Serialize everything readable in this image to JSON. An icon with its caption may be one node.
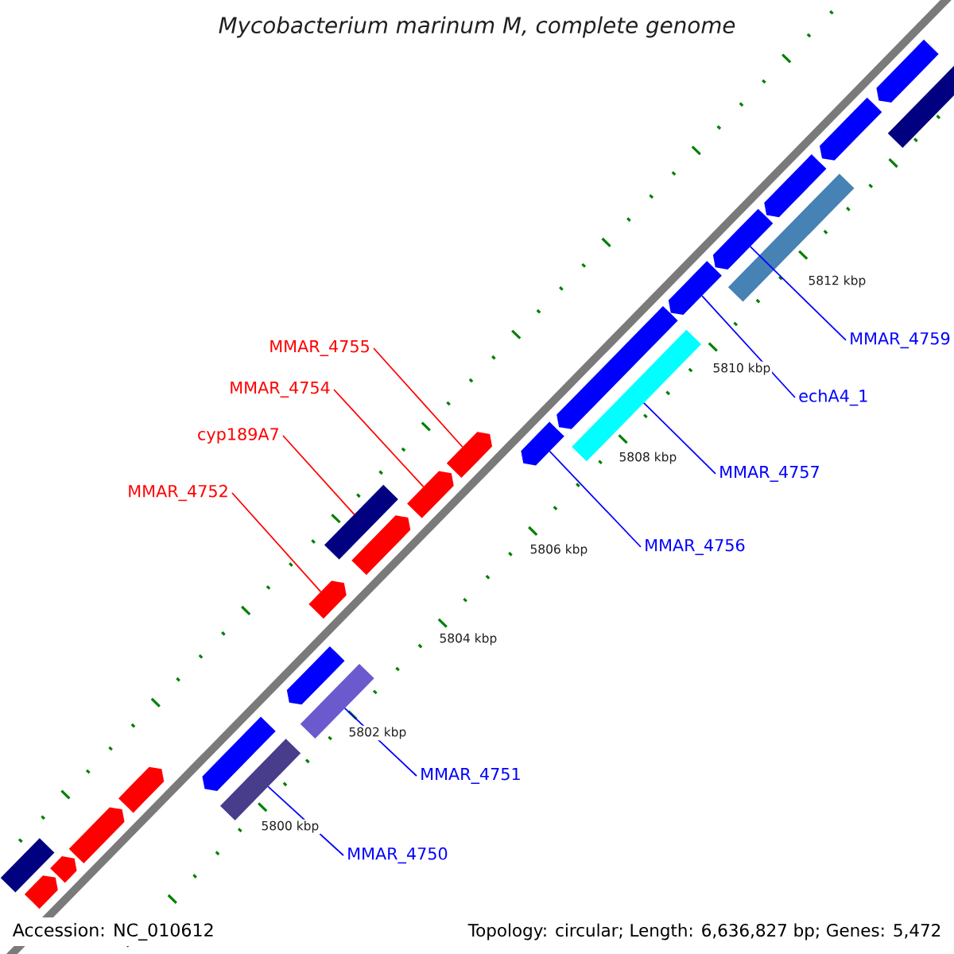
{
  "diagram": {
    "title": "Mycobacterium marinum M, complete genome",
    "nodes": [
      {
        "text": [
          "MMAR_4759"
        ]
      },
      {
        "text": [
          "MMAR_4755"
        ]
      },
      {
        "text": [
          "MMAR_4754"
        ]
      },
      {
        "text": [
          "echA4_1"
        ]
      },
      {
        "text": [
          "cyp189A7"
        ]
      },
      {
        "text": [
          "MMAR_4757"
        ]
      },
      {
        "text": [
          "MMAR_4752"
        ]
      },
      {
        "text": [
          "MMAR_4756"
        ]
      },
      {
        "text": [
          "MMAR_4751"
        ]
      },
      {
        "text": [
          "MMAR_4750"
        ]
      },
      {
        "text": [],
        "shape": "bar"
      },
      {
        "text": [],
        "shape": "pentagon"
      },
      {
        "text": [],
        "shape": "pentagon"
      },
      {
        "text": [],
        "shape": "pentagon"
      },
      {
        "text": [],
        "shape": "pentagon"
      },
      {
        "text": [],
        "shape": "pentagon"
      },
      {
        "text": [],
        "shape": "bar"
      },
      {
        "text": [],
        "shape": "pentagon"
      },
      {
        "text": [],
        "shape": "pentagon"
      },
      {
        "text": [],
        "shape": "bar"
      },
      {
        "text": [],
        "shape": "bar"
      },
      {
        "text": [],
        "shape": "pentagon"
      },
      {
        "text": [],
        "shape": "pentagon"
      },
      {
        "text": [],
        "shape": "pentagon"
      },
      {
        "text": [],
        "shape": "pentagon"
      },
      {
        "text": [],
        "shape": "pentagon"
      },
      {
        "text": [],
        "shape": "bar"
      },
      {
        "text": [],
        "shape": "pentagon"
      },
      {
        "text": [],
        "shape": "pentagon"
      },
      {
        "text": [],
        "shape": "bar"
      },
      {
        "text": [],
        "shape": "pentagon"
      },
      {
        "text": [],
        "shape": "pentagon"
      },
      {
        "text": [],
        "shape": "pentagon"
      },
      {
        "text": [],
        "shape": "bar"
      }
    ],
    "edges": [
      {
        "from": 0,
        "to": 28,
        "arrow": "none"
      },
      {
        "from": 1,
        "to": 23,
        "arrow": "none",
        "color": "#ff0000"
      },
      {
        "from": 2,
        "to": 22,
        "arrow": "none",
        "color": "#ff0000"
      },
      {
        "from": 3,
        "to": 27,
        "arrow": "none"
      },
      {
        "from": 4,
        "to": 20,
        "arrow": "none",
        "color": "#ff0000"
      },
      {
        "from": 5,
        "to": 26,
        "arrow": "none"
      },
      {
        "from": 6,
        "to": 18,
        "arrow": "none",
        "color": "#ff0000"
      },
      {
        "from": 7,
        "to": 24,
        "arrow": "none"
      },
      {
        "from": 8,
        "to": 19,
        "arrow": "none"
      },
      {
        "from": 9,
        "to": 16,
        "arrow": "none"
      }
    ],
    "labels": [
      "5812 kbp",
      "5810 kbp",
      "5808 kbp",
      "5806 kbp",
      "5804 kbp",
      "5802 kbp",
      "5800 kbp",
      "Accession: NC_010612",
      "Topology: circular; Length: 6,636,827 bp; Genes: 5,472"
    ]
  }
}
